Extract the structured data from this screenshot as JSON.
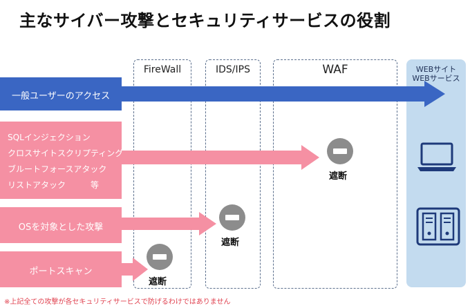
{
  "title": "主なサイバー攻撃とセキュリティサービスの役割",
  "columns": {
    "firewall": "FireWall",
    "ids_ips": "IDS/IPS",
    "waf": "WAF"
  },
  "server": {
    "label_line1": "WEBサイト",
    "label_line2": "WEBサービス",
    "icons": [
      "laptop-icon",
      "server-icon"
    ]
  },
  "traffic": {
    "normal": "一般ユーザーのアクセス",
    "web_attacks": [
      "SQLインジェクション",
      "クロスサイトスクリプティング",
      "ブルートフォースアタック",
      "リストアタック　　　等"
    ],
    "os_attack": "OSを対象とした攻撃",
    "port_scan": "ポートスキャン"
  },
  "block_label": "遮断",
  "footnote": "※上記全ての攻撃が各セキュリティサービスで防げるわけではありません",
  "colors": {
    "normal_access": "#3a66c3",
    "attack": "#f590a3",
    "server_bg": "#c3dbef",
    "block_icon": "#8c8c8c",
    "footnote": "#e0404e"
  }
}
